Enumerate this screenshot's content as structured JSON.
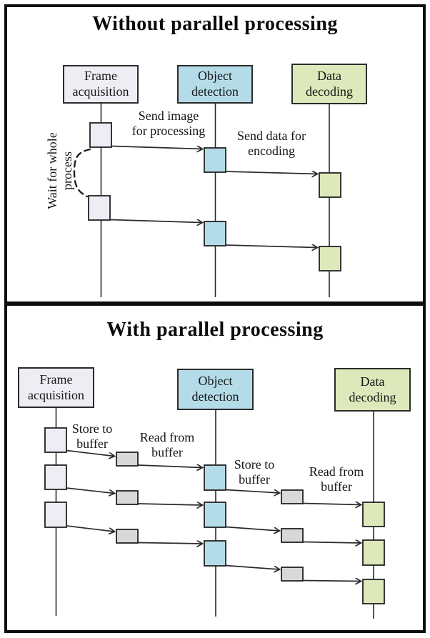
{
  "colors": {
    "frame_fill": "#eeedf4",
    "object_fill": "#b4dce8",
    "data_fill": "#dde9ba",
    "buffer_fill": "#d8d8d8"
  },
  "panels": [
    {
      "title": "Without parallel processing",
      "actors": [
        {
          "label": "Frame\nacquisition"
        },
        {
          "label": "Object\ndetection"
        },
        {
          "label": "Data\ndecoding"
        }
      ],
      "messages": [
        {
          "text": "Send image\nfor processing"
        },
        {
          "text": "Send data for\nencoding"
        }
      ],
      "wait_label": "Wait for whole\nprocess"
    },
    {
      "title": "With parallel processing",
      "actors": [
        {
          "label": "Frame\nacquisition"
        },
        {
          "label": "Object\ndetection"
        },
        {
          "label": "Data\ndecoding"
        }
      ],
      "messages": [
        {
          "text": "Store to\nbuffer"
        },
        {
          "text": "Read from\nbuffer"
        },
        {
          "text": "Store to\nbuffer"
        },
        {
          "text": "Read from\nbuffer"
        }
      ]
    }
  ]
}
